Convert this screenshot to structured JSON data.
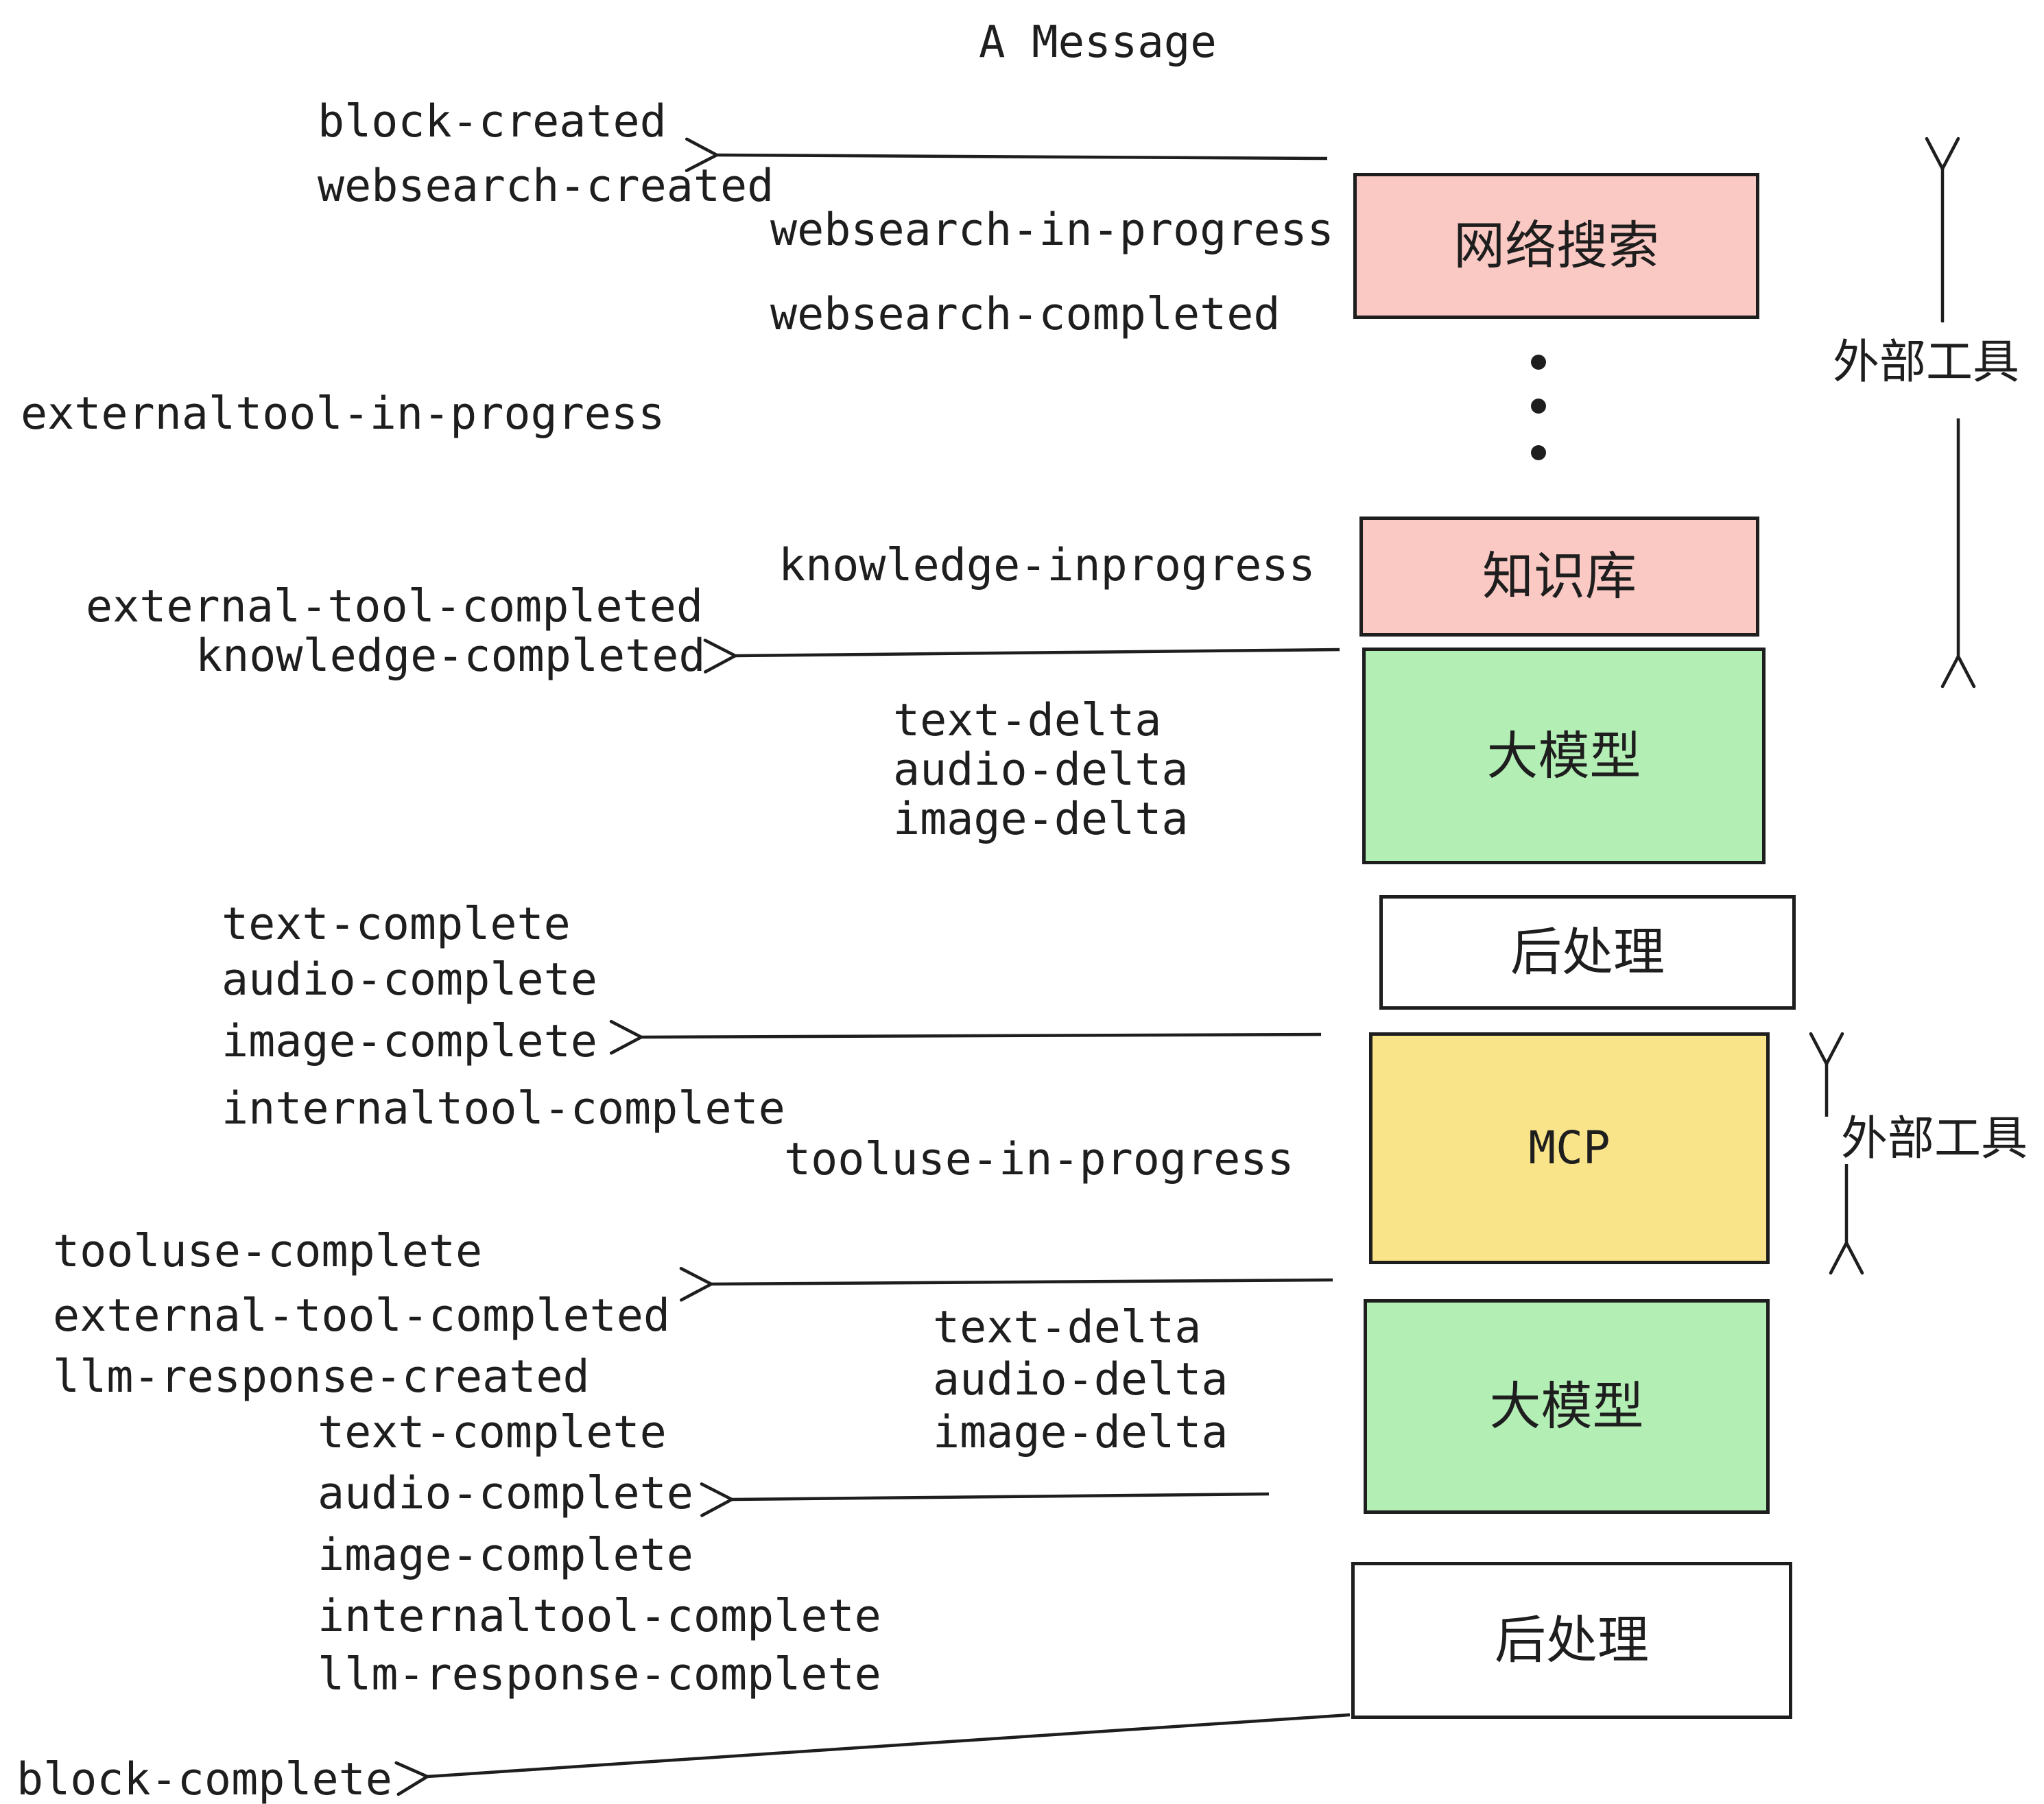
{
  "title": "A Message",
  "events": {
    "block_created": "block-created",
    "websearch_created": "websearch-created",
    "websearch_in_progress": "websearch-in-progress",
    "websearch_completed": "websearch-completed",
    "externaltool_in_progress": "externaltool-in-progress",
    "knowledge_inprogress": "knowledge-inprogress",
    "external_tool_completed": "external-tool-completed",
    "knowledge_completed": "knowledge-completed",
    "text_delta": "text-delta",
    "audio_delta": "audio-delta",
    "image_delta": "image-delta",
    "text_complete": "text-complete",
    "audio_complete": "audio-complete",
    "image_complete": "image-complete",
    "internaltool_complete": "internaltool-complete",
    "tooluse_in_progress": "tooluse-in-progress",
    "tooluse_complete": "tooluse-complete",
    "llm_response_created": "llm-response-created",
    "llm_response_complete": "llm-response-complete",
    "block_complete": "block-complete"
  },
  "boxes": {
    "websearch": {
      "label": "网络搜索",
      "fill": "#fbc9c4"
    },
    "knowledge": {
      "label": "知识库",
      "fill": "#fbc9c4"
    },
    "llm": {
      "label": "大模型",
      "fill": "#b3eeb5"
    },
    "postprocess": {
      "label": "后处理",
      "fill": "#ffffff"
    },
    "mcp": {
      "label": "MCP",
      "fill": "#fae48a"
    }
  },
  "annotations": {
    "external_tools": "外部工具"
  },
  "colors": {
    "stroke": "#1e1e1e",
    "background": "#ffffff"
  }
}
